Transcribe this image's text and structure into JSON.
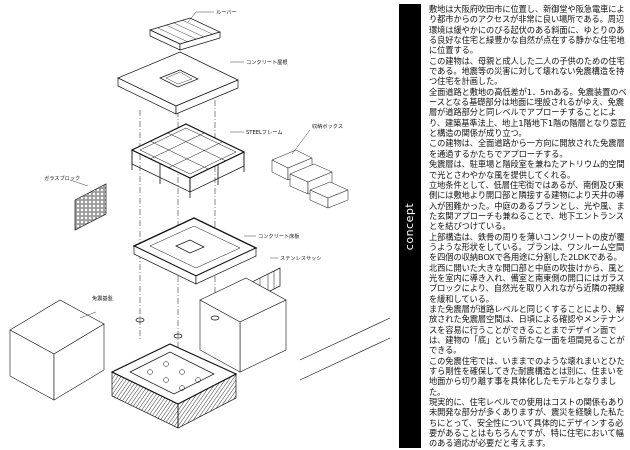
{
  "side_tab": "concept",
  "labels": {
    "louver": "ルーバー",
    "concrete_roof": "コンクリート屋根",
    "steel_frame": "STEELフレーム",
    "storage_box": "収納ボックス",
    "glass_block": "ガラスブロック",
    "concrete_floor": "コンクリート床板",
    "stainless_sash": "ステンレスサッシ",
    "quake_base": "免震基盤"
  },
  "paragraphs": [
    "敷地は大阪府吹田市に位置し、新御堂や阪急電車により都市からのアクセスが非常に良い場所である。周辺環境は緩やかにのびる起伏のある斜面に、ゆとりのある良好な住宅と緑豊かな自然が点在する静かな住宅地に位置する。",
    "この建物は、母親と成人した二人の子供のための住宅である。地震等の災害に対して壊れない免震構造を持つ住宅を計画した。",
    "全面道路と敷地の高低差が1．5mある。免震装置のベースとなる基礎部分は地面に埋設されるがゆえ、免震層が道路部分と同レベルでアプローチすることにより、建築基準法上、地上1階地下1階の階層となり意匠と構造の関係が成り立つ。",
    "この建物は、全面道路から一方向に開放された免震層を通過するかたちでアプローチする。",
    "免震層は、駐車場と階段室を兼ねたアトリウム的空間で光とさわやかな風を提供してくれる。",
    "立地条件として、低層住宅街ではあるが、南側及び東側には敷地より開口部と隣接する建物により天井の導入が困難かった。中庭のあるプランとし、光や風、また玄関アプローチも兼ねることで、地下エントランスとを結びつけている。",
    "上部構造は、鉄骨の周りを薄いコンクリートの皮が覆うような形状をしている。プランは、ワンルーム空間を四個の収納BOXで各用途に分割した2LDKである。北西に開いた大きな開口部と中庭の吹抜けから、風と光を室内に導き入れ、備室と南東側の開口にはガラスブロックにより、自然光を取り入れながら近隣の視線を緩和している。",
    "また免震層が道路レベルと同じくすることにより、解放された免震層空間は、日頃による確認やメンテナンスを容易に行うことができることまでデザイン面では、建物の「底」という新たな一面を垣間見ることができる。",
    "この免震住宅では、いままでのような壊れまいとひたすら剛性を確保してきた耐震構造とは別に、住まいを地面から切り離す事を具体化したモデルとなりました。",
    "現実的に、住宅レベルでの使用はコストの関係もあり未開発な部分が多くありますが、震災を経験した私たちにとって、安全性について具体的にデザインする必要があることはもちろんですが、特に住宅において幅のある適応が必要だと考えます。"
  ]
}
